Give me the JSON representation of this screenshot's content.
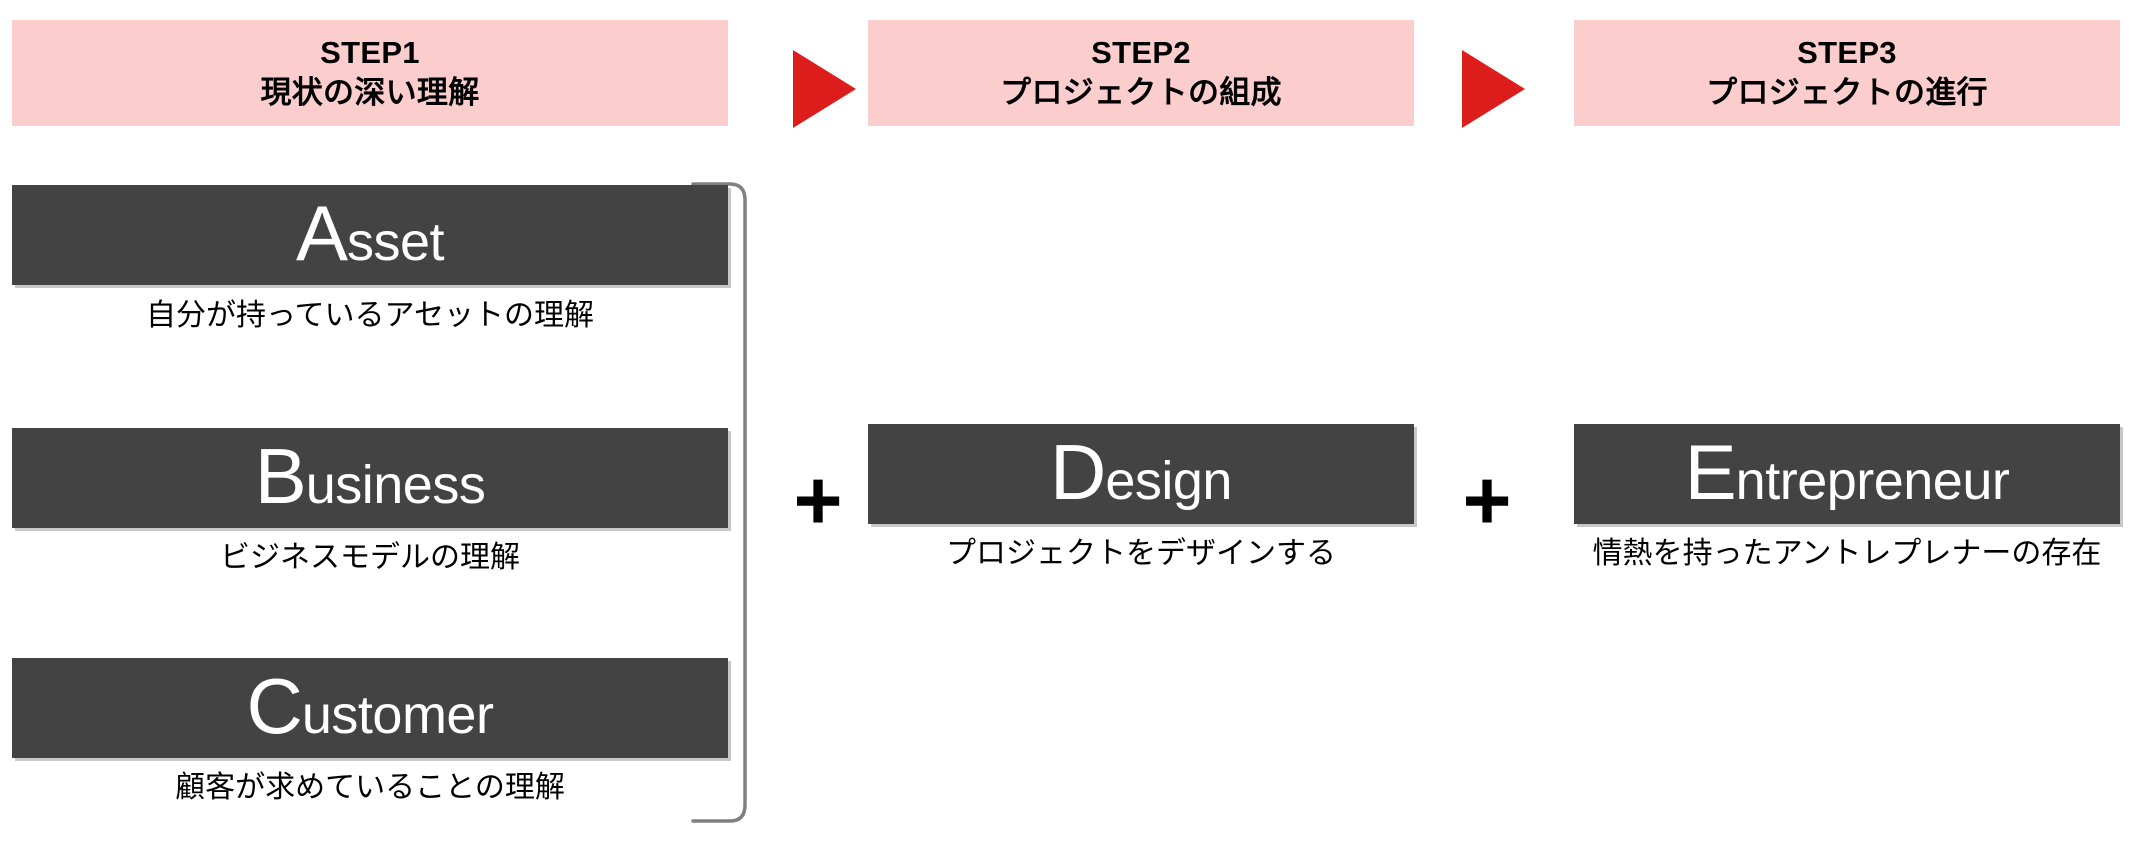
{
  "colors": {
    "banner_pink": "#FBCDCD",
    "card_dark": "#434343",
    "arrow_red": "#DD1C1C",
    "card_text": "#FFFFFF",
    "body_text": "#000000",
    "bracket_gray": "#808080",
    "background": "#FFFFFF"
  },
  "steps": [
    {
      "id": "STEP1",
      "title": "現状の深い理解"
    },
    {
      "id": "STEP2",
      "title": "プロジェクトの組成"
    },
    {
      "id": "STEP3",
      "title": "プロジェクトの進行"
    }
  ],
  "operators": {
    "plus_1": "+",
    "plus_2": "+"
  },
  "cards": [
    {
      "key": "asset",
      "initial": "A",
      "remainder": "sset",
      "word": "Asset",
      "caption": "自分が持っているアセットの理解",
      "step": "STEP1"
    },
    {
      "key": "business",
      "initial": "B",
      "remainder": "usiness",
      "word": "Business",
      "caption": "ビジネスモデルの理解",
      "step": "STEP1"
    },
    {
      "key": "customer",
      "initial": "C",
      "remainder": "ustomer",
      "word": "Customer",
      "caption": "顧客が求めていることの理解",
      "step": "STEP1"
    },
    {
      "key": "design",
      "initial": "D",
      "remainder": "esign",
      "word": "Design",
      "caption": "プロジェクトをデザインする",
      "step": "STEP2"
    },
    {
      "key": "entrepreneur",
      "initial": "E",
      "remainder": "ntrepreneur",
      "word": "Entrepreneur",
      "caption": "情熱を持ったアントレプレナーの存在",
      "step": "STEP3"
    }
  ],
  "icons": {
    "arrow_1": "right-triangle-arrow-icon",
    "arrow_2": "right-triangle-arrow-icon",
    "bracket": "group-bracket-icon"
  }
}
